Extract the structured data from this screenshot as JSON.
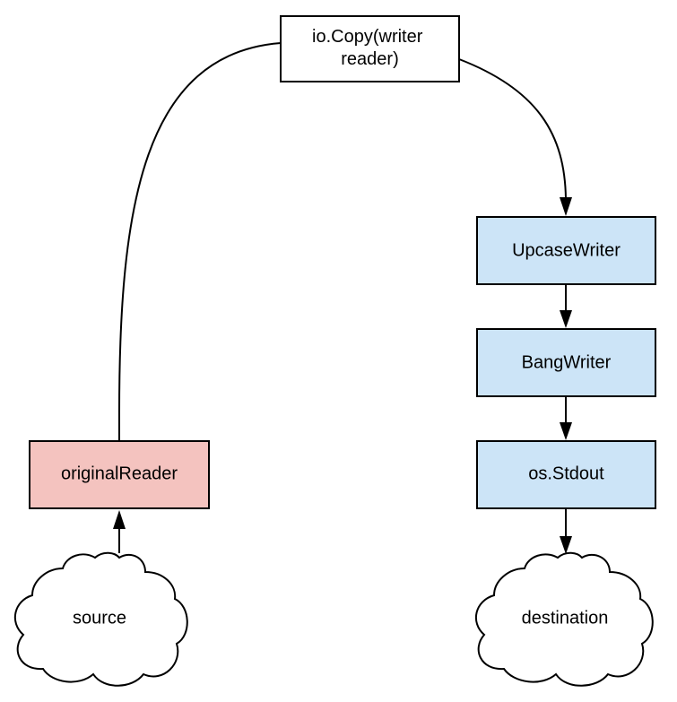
{
  "nodes": {
    "io_copy": {
      "label_line1": "io.Copy(writer",
      "label_line2": "reader)",
      "fill": "#ffffff"
    },
    "original_reader": {
      "label": "originalReader",
      "fill": "#f4c3bf"
    },
    "upcase_writer": {
      "label": "UpcaseWriter",
      "fill": "#cce4f7"
    },
    "bang_writer": {
      "label": "BangWriter",
      "fill": "#cce4f7"
    },
    "os_stdout": {
      "label": "os.Stdout",
      "fill": "#cce4f7"
    },
    "source": {
      "label": "source",
      "fill": "#ffffff"
    },
    "destination": {
      "label": "destination",
      "fill": "#ffffff"
    }
  },
  "edges": [
    {
      "from": "source",
      "to": "original_reader"
    },
    {
      "from": "original_reader",
      "to": "io_copy"
    },
    {
      "from": "io_copy",
      "to": "upcase_writer"
    },
    {
      "from": "upcase_writer",
      "to": "bang_writer"
    },
    {
      "from": "bang_writer",
      "to": "os_stdout"
    },
    {
      "from": "os_stdout",
      "to": "destination"
    }
  ],
  "colors": {
    "line": "#000000",
    "reader_fill": "#f4c3bf",
    "writer_fill": "#cce4f7"
  }
}
